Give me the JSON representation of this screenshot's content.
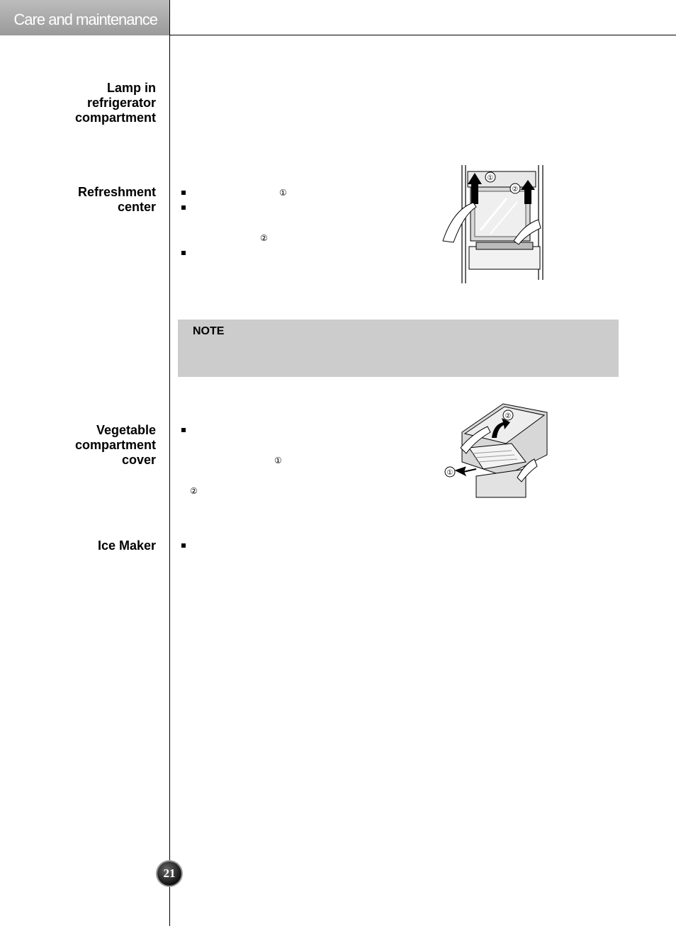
{
  "header": {
    "title": "Care and maintenance"
  },
  "sections": {
    "lamp": {
      "label_lines": [
        "Lamp in",
        "refrigerator",
        "compartment"
      ]
    },
    "refreshment": {
      "label_lines": [
        "Refreshment",
        "center"
      ]
    },
    "vegetable": {
      "label_lines": [
        "Vegetable",
        "compartment",
        "cover"
      ]
    },
    "ice_maker": {
      "label_lines": [
        "Ice Maker"
      ]
    }
  },
  "note": {
    "title": "NOTE"
  },
  "markers": {
    "one": "①",
    "two": "②"
  },
  "page": {
    "number": "21"
  }
}
